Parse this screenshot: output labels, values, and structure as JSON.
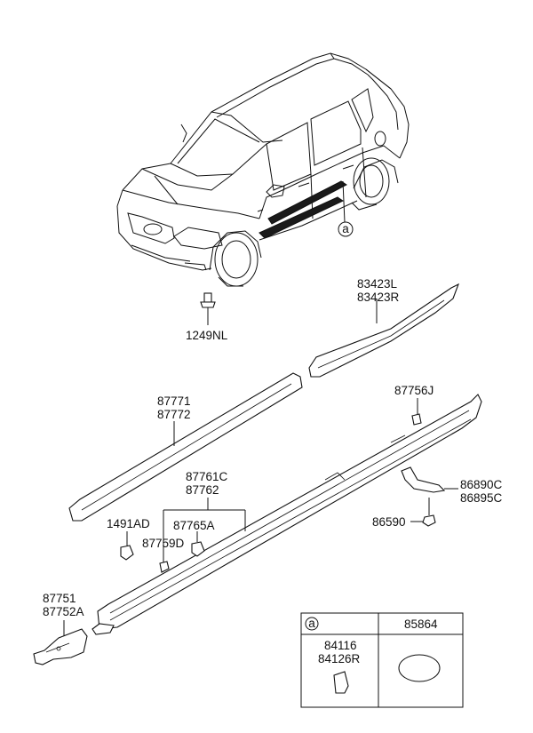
{
  "diagram": {
    "labels": {
      "p1249NL": "1249NL",
      "p83423L": "83423L",
      "p83423R": "83423R",
      "p87771": "87771",
      "p87772": "87772",
      "p87756J": "87756J",
      "p87761C": "87761C",
      "p87762": "87762",
      "p86890C": "86890C",
      "p86895C": "86895C",
      "p1491AD": "1491AD",
      "p87765A": "87765A",
      "p87759D": "87759D",
      "p86590": "86590",
      "p87751": "87751",
      "p87752A": "87752A"
    },
    "callout_letter": "a",
    "legend_table": {
      "header_letter": "a",
      "col2_header": "85864",
      "cell_line1": "84116",
      "cell_line2": "84126R"
    }
  }
}
